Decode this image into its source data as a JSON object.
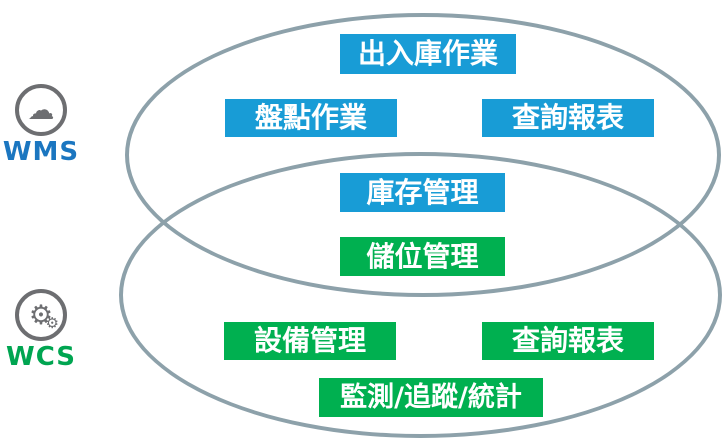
{
  "diagram": {
    "type": "venn",
    "background": "#ffffff",
    "ellipse_stroke_color": "#8da1aa"
  },
  "systems": [
    {
      "code": "WMS",
      "icon": "cloud-icon",
      "glyph": "☁",
      "label_color": "#1b76c0",
      "box_color": "#189cd6"
    },
    {
      "code": "WCS",
      "icon": "gears-icon",
      "glyph": "⚙",
      "glyph_small": "⚙",
      "label_color": "#00a551",
      "box_color": "#00b050"
    }
  ],
  "boxes": [
    {
      "label": "出入庫作業",
      "system": "WMS",
      "region": "wms-only"
    },
    {
      "label": "盤點作業",
      "system": "WMS",
      "region": "wms-only"
    },
    {
      "label": "查詢報表",
      "system": "WMS",
      "region": "wms-only"
    },
    {
      "label": "庫存管理",
      "system": "WMS",
      "region": "overlap"
    },
    {
      "label": "儲位管理",
      "system": "WCS",
      "region": "overlap"
    },
    {
      "label": "設備管理",
      "system": "WCS",
      "region": "wcs-only"
    },
    {
      "label": "查詢報表",
      "system": "WCS",
      "region": "wcs-only"
    },
    {
      "label": "監測/追蹤/統計",
      "system": "WCS",
      "region": "wcs-only"
    }
  ]
}
